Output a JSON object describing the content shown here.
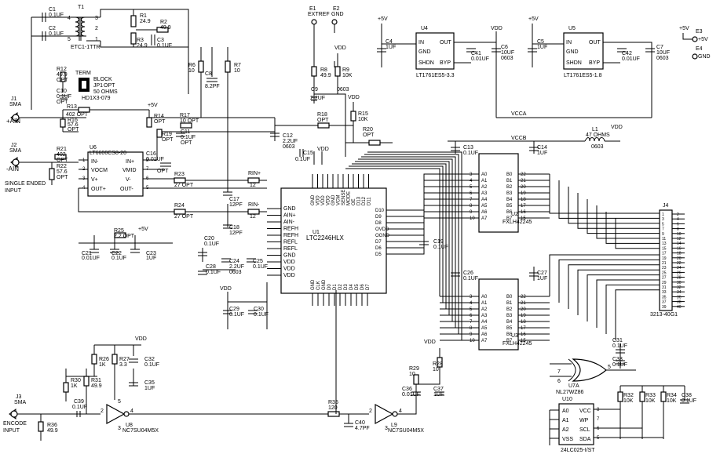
{
  "supplies": {
    "vdd": "VDD",
    "p5v": "+5V",
    "vcca": "VCCA",
    "vccb": "VCCB"
  },
  "u1": {
    "ref": "U1",
    "part": "LTC2246HLX",
    "left_pins": [
      "GND",
      "AIN+",
      "AIN-",
      "REFH",
      "REFH",
      "REFL",
      "REFL",
      "GND",
      "VDD",
      "VDD",
      "VDD"
    ],
    "top_pins": [
      "GND",
      "VDD",
      "VDD",
      "VDD",
      "GND",
      "VCM",
      "SENSE",
      "MODE",
      "OE",
      "D13",
      "D12",
      "D11"
    ],
    "bottom_pins": [
      "GND",
      "CLK",
      "GND",
      "D0",
      "D1",
      "D2",
      "D3",
      "D4",
      "D5",
      "D6",
      "D7"
    ],
    "right_pins": [
      "D10",
      "D9",
      "D8",
      "OVDD",
      "OGND",
      "D7",
      "D6",
      "D5"
    ]
  },
  "u6": {
    "ref": "U6",
    "part": "LT6600CS8-20",
    "pins_left": [
      "IN-",
      "VOCM",
      "V+",
      "OUT+"
    ],
    "pins_right": [
      "IN+",
      "VMID",
      "V-",
      "OUT-"
    ],
    "nums_left": [
      "1",
      "2",
      "3",
      "4"
    ],
    "nums_right": [
      "8",
      "7",
      "6",
      "5"
    ]
  },
  "u4": {
    "ref": "U4",
    "part": "LT1761ES5-3.3",
    "pins": [
      "IN",
      "GND",
      "SHDN",
      "OUT",
      "BYP"
    ]
  },
  "u5": {
    "ref": "U5",
    "part": "LT1761ES5-1.8",
    "pins": [
      "IN",
      "GND",
      "SHDN",
      "OUT",
      "BYP"
    ]
  },
  "u2": {
    "ref": "U2",
    "part": "FXLH42245"
  },
  "u3": {
    "ref": "U3",
    "part": "FXLH42245"
  },
  "buf_a_pins": [
    "A0",
    "A1",
    "A2",
    "A3",
    "A4",
    "A5",
    "A6",
    "A7"
  ],
  "buf_b_pins": [
    "B0",
    "B1",
    "B2",
    "B3",
    "B4",
    "B5",
    "B6",
    "B7"
  ],
  "u2_left_nums": [
    "3",
    "4",
    "5",
    "6",
    "7",
    "8",
    "9",
    "10"
  ],
  "u2_right_nums": [
    "22",
    "21",
    "20",
    "19",
    "18",
    "17",
    "16",
    "15"
  ],
  "u7": {
    "ref": "U7A",
    "part": "NL27WZ86",
    "pins": [
      "7",
      "6",
      "5"
    ]
  },
  "u8": {
    "ref": "U8",
    "part": "NC7SU04M5X",
    "pins": [
      "2",
      "4",
      "5",
      "3"
    ]
  },
  "u9": {
    "ref": "L9",
    "part": "NC7SU04M5X",
    "pins": [
      "2",
      "4",
      "3"
    ]
  },
  "u10": {
    "ref": "U10",
    "part": "24LC025-I/ST",
    "left": [
      "A0",
      "A1",
      "A2",
      "VSS"
    ],
    "right": [
      "VCC",
      "WP",
      "SCL",
      "SDA"
    ],
    "nums": [
      "8",
      "7",
      "6",
      "5"
    ]
  },
  "t1": {
    "ref": "T1",
    "part": "ETC1-1TTR",
    "pins": [
      "3",
      "2",
      "1",
      "4",
      "5"
    ]
  },
  "j4": {
    "ref": "J4",
    "part": "3213-40G1",
    "left_nums": [
      "1",
      "3",
      "5",
      "7",
      "9",
      "11",
      "13",
      "15",
      "17",
      "19",
      "21",
      "23",
      "25",
      "27",
      "29",
      "31",
      "33",
      "35",
      "37",
      "39"
    ],
    "right_nums": [
      "2",
      "4",
      "6",
      "8",
      "10",
      "12",
      "14",
      "16",
      "18",
      "20",
      "22",
      "24",
      "26",
      "28",
      "30",
      "32",
      "34",
      "36",
      "38",
      "40"
    ]
  },
  "connectors": {
    "j1": {
      "ref": "J1",
      "type": "SMA",
      "net": "+AIN"
    },
    "j2": {
      "ref": "J2",
      "type": "SMA",
      "net": "-AIN"
    },
    "j3": {
      "ref": "J3",
      "type": "SMA",
      "net": "ENCODE",
      "net2": "INPUT"
    },
    "e1": {
      "ref": "E1",
      "net": "EXTREF"
    },
    "e2": {
      "ref": "E2",
      "net": "GND"
    },
    "e3": {
      "ref": "E3",
      "net": "+5V"
    },
    "e4": {
      "ref": "E4",
      "net": "GND"
    }
  },
  "jumper": {
    "title": "TERM",
    "block": "BLOCK",
    "ref": "JP1",
    "opt": "OPT",
    "ohms": "50 OHMS",
    "part": "HD1X3-079"
  },
  "notes": {
    "single": "SINGLE ENDED",
    "input": "INPUT"
  },
  "inductor": {
    "ref": "L1",
    "value": "47 OHMS",
    "pkg": "0603"
  },
  "parts": {
    "C1": [
      "C1",
      "0.1UF"
    ],
    "C2": [
      "C2",
      "0.1UF"
    ],
    "R1": [
      "R1",
      "24.9"
    ],
    "R2": [
      "R2",
      "49.9"
    ],
    "R3": [
      "R3",
      "24.9"
    ],
    "C3": [
      "C3",
      "0.1UF"
    ],
    "R6": [
      "R6",
      "10"
    ],
    "C8": [
      "C8",
      "8.2PF"
    ],
    "R7": [
      "R7",
      "10"
    ],
    "R12": [
      "R12",
      "49.9",
      "OPT"
    ],
    "C10": [
      "C10",
      "0.1UF",
      "OPT"
    ],
    "R13": [
      "R13",
      "402 OPT"
    ],
    "R16": [
      "R16",
      "57.6",
      "OPT"
    ],
    "R14": [
      "R14",
      "OPT"
    ],
    "R17": [
      "R17",
      "10 OPT"
    ],
    "R19": [
      "R19",
      "OPT"
    ],
    "C11": [
      "C11",
      "0.1UF",
      "OPT"
    ],
    "R18": [
      "R18",
      "OPT"
    ],
    "R15": [
      "R15",
      "10K"
    ],
    "R20": [
      "R20",
      "OPT"
    ],
    "C12": [
      "C12",
      "2.2UF",
      "0603"
    ],
    "C15": [
      "C15",
      "0.1UF"
    ],
    "R21": [
      "R21",
      "402",
      "OPT"
    ],
    "R22": [
      "R22",
      "57.6",
      "OPT"
    ],
    "C16": [
      "C16",
      "0.01UF",
      "OPT"
    ],
    "R23": [
      "R23",
      "27 OPT"
    ],
    "R24": [
      "R24",
      "27 OPT"
    ],
    "RINp": [
      "RIN+",
      "12"
    ],
    "RINm": [
      "RIN-",
      "12"
    ],
    "C17": [
      "C17",
      "12PF"
    ],
    "C18": [
      "C18",
      "12PF"
    ],
    "R25": [
      "R25",
      "2.2 OPT"
    ],
    "C21": [
      "C21",
      "0.01UF"
    ],
    "C22": [
      "C22",
      "0.1UF"
    ],
    "C23": [
      "C23",
      "1UF"
    ],
    "C20": [
      "C20",
      "0.1UF"
    ],
    "C24": [
      "C24",
      "2.2UF",
      "0603"
    ],
    "C25": [
      "C25",
      "0.1UF"
    ],
    "C28": [
      "C28",
      "0.1UF"
    ],
    "C29": [
      "C29",
      "0.1UF"
    ],
    "C30": [
      "C30",
      "0.1UF"
    ],
    "R8": [
      "R8",
      "49.9"
    ],
    "R9": [
      "R9",
      "10K"
    ],
    "C9": [
      "C9",
      "2.2UF"
    ],
    "C9pkg": [
      "0603"
    ],
    "C4": [
      "C4",
      "1UF"
    ],
    "C41": [
      "C41",
      "0.01UF"
    ],
    "C6": [
      "C6",
      "10UF",
      "0603"
    ],
    "C5": [
      "C5",
      "1UF"
    ],
    "C42": [
      "C42",
      "0.01UF"
    ],
    "C7": [
      "C7",
      "10UF",
      "0603"
    ],
    "C13": [
      "C13",
      "0.1UF"
    ],
    "C14": [
      "C14",
      "1UF"
    ],
    "C19": [
      "C19",
      "0.1UF"
    ],
    "C26": [
      "C26",
      "0.1UF"
    ],
    "C27": [
      "C27",
      "1UF"
    ],
    "C31": [
      "C31",
      "0.1UF"
    ],
    "C33": [
      "C33",
      "0.1UF"
    ],
    "R32": [
      "R32",
      "10K"
    ],
    "R33": [
      "R33",
      "10K"
    ],
    "R34": [
      "R34",
      "10K"
    ],
    "C38": [
      "C38",
      "0.1UF"
    ],
    "R26": [
      "R26",
      "1K"
    ],
    "R27": [
      "R27",
      "3.3"
    ],
    "C32": [
      "C32",
      "0.1UF"
    ],
    "C35": [
      "C35",
      "1UF"
    ],
    "R30": [
      "R30",
      "1K"
    ],
    "R31": [
      "R31",
      "49.9"
    ],
    "C39": [
      "C39",
      "0.1UF"
    ],
    "R36": [
      "R36",
      "49.9"
    ],
    "R35": [
      "R35",
      "120"
    ],
    "C40": [
      "C40",
      "4.7PF"
    ],
    "R29": [
      "R29",
      "10"
    ],
    "R28": [
      "R28",
      "10"
    ],
    "C36": [
      "C36",
      "0.01UF"
    ],
    "C37": [
      "C37",
      "1UF"
    ]
  }
}
